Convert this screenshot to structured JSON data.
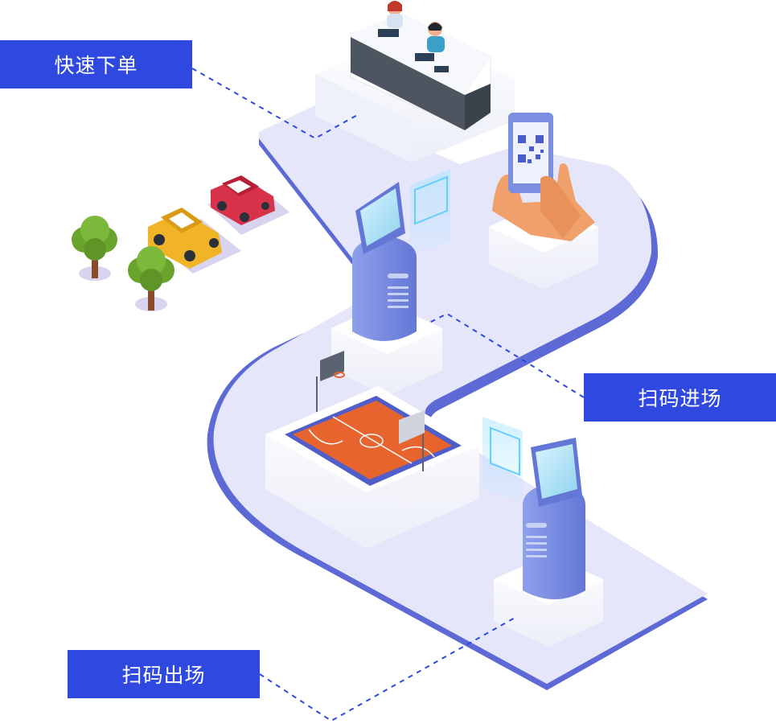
{
  "labels": {
    "order": "快速下单",
    "entry": "扫码进场",
    "exit": "扫码出场"
  },
  "colors": {
    "label_bg": "#2f49e0",
    "path_fill": "#e6e6fb",
    "path_edge": "#5d6ad6",
    "kiosk": "#7b8fe0",
    "court": "#e7642e",
    "car_red": "#d8324a",
    "car_yellow": "#f2b427",
    "tree": "#6aa42c"
  },
  "icons": [
    "reception-desk-icon",
    "staff-icon",
    "car-icon",
    "tree-icon",
    "kiosk-icon",
    "qr-phone-icon",
    "hand-icon",
    "basketball-court-icon",
    "scan-panel-icon"
  ]
}
